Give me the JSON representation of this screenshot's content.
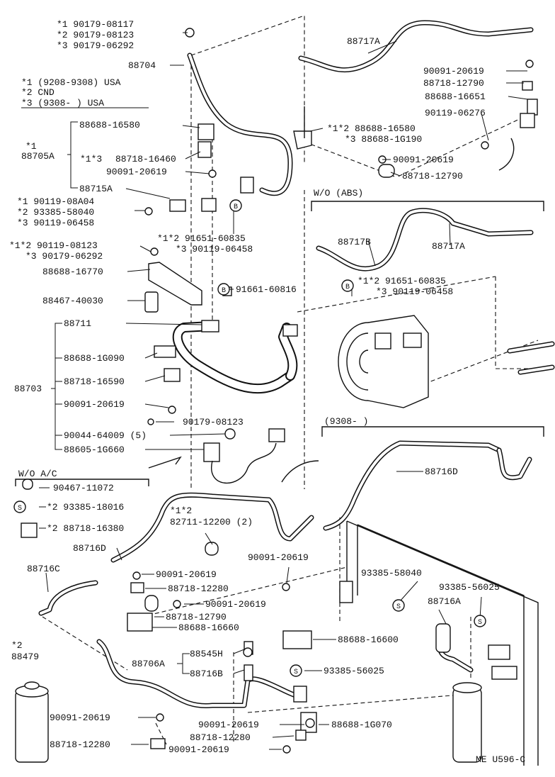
{
  "legend": {
    "l1": "*1  (9208-9308) USA",
    "l2": "*2  CND",
    "l3": "*3  (9308-        ) USA"
  },
  "callouts": [
    {
      "id": "c01",
      "text": "*1  90179-08117"
    },
    {
      "id": "c02",
      "text": "*2  90179-08123"
    },
    {
      "id": "c03",
      "text": "*3  90179-06292"
    },
    {
      "id": "c04",
      "text": "88704"
    },
    {
      "id": "c05",
      "text": "88717A"
    },
    {
      "id": "c06",
      "text": "90091-20619"
    },
    {
      "id": "c07",
      "text": "88718-12790"
    },
    {
      "id": "c08",
      "text": "88688-16651"
    },
    {
      "id": "c09",
      "text": "90119-06276"
    },
    {
      "id": "c10",
      "text": "*1"
    },
    {
      "id": "c11",
      "text": "88705A"
    },
    {
      "id": "c12",
      "text": "88688-16580"
    },
    {
      "id": "c13",
      "text": "*1*3"
    },
    {
      "id": "c14",
      "text": "88718-16460"
    },
    {
      "id": "c15",
      "text": "90091-20619"
    },
    {
      "id": "c16",
      "text": "88715A"
    },
    {
      "id": "c17",
      "text": "*1*2  88688-16580"
    },
    {
      "id": "c18",
      "text": "*3  88688-1G190"
    },
    {
      "id": "c19",
      "text": "90091-20619"
    },
    {
      "id": "c20",
      "text": "88718-12790"
    },
    {
      "id": "c21",
      "text": "W/O (ABS)"
    },
    {
      "id": "c22",
      "text": "*1  90119-08A04"
    },
    {
      "id": "c23",
      "text": "*2  93385-58040"
    },
    {
      "id": "c24",
      "text": "*3  90119-06458"
    },
    {
      "id": "c25",
      "text": "*1*2  91651-60835"
    },
    {
      "id": "c26",
      "text": "*3  90119-06458"
    },
    {
      "id": "c27",
      "text": "88717B"
    },
    {
      "id": "c28",
      "text": "88717A"
    },
    {
      "id": "c29",
      "text": "*1*2  90119-08123"
    },
    {
      "id": "c30",
      "text": "*3  90179-06292"
    },
    {
      "id": "c31",
      "text": "88688-16770"
    },
    {
      "id": "c32",
      "text": "88467-40030"
    },
    {
      "id": "c33",
      "text": "91661-60816"
    },
    {
      "id": "c34",
      "text": "*1*2  91651-60835"
    },
    {
      "id": "c35",
      "text": "*3  90119-06458"
    },
    {
      "id": "c36",
      "text": "88711"
    },
    {
      "id": "c37",
      "text": "88688-1G090"
    },
    {
      "id": "c38",
      "text": "88703"
    },
    {
      "id": "c39",
      "text": "88718-16590"
    },
    {
      "id": "c40",
      "text": "90091-20619"
    },
    {
      "id": "c41",
      "text": "90179-08123"
    },
    {
      "id": "c42",
      "text": "(9308-        )"
    },
    {
      "id": "c43",
      "text": "90044-64009 (5)"
    },
    {
      "id": "c44",
      "text": "88605-1G660"
    },
    {
      "id": "c45",
      "text": "W/O  A/C"
    },
    {
      "id": "c46",
      "text": "88716D"
    },
    {
      "id": "c47",
      "text": "90467-11072"
    },
    {
      "id": "c48",
      "text": "*2  93385-18016"
    },
    {
      "id": "c49",
      "text": "*1*2"
    },
    {
      "id": "c50",
      "text": "82711-12200 (2)"
    },
    {
      "id": "c51",
      "text": "*2  88718-16380"
    },
    {
      "id": "c52",
      "text": "88716D"
    },
    {
      "id": "c53",
      "text": "90091-20619"
    },
    {
      "id": "c54",
      "text": "88716C"
    },
    {
      "id": "c55",
      "text": "90091-20619"
    },
    {
      "id": "c56",
      "text": "93385-58040"
    },
    {
      "id": "c57",
      "text": "88718-12280"
    },
    {
      "id": "c58",
      "text": "93385-56025"
    },
    {
      "id": "c59",
      "text": "90091-20619"
    },
    {
      "id": "c60",
      "text": "88716A"
    },
    {
      "id": "c61",
      "text": "88718-12790"
    },
    {
      "id": "c62",
      "text": "88688-16660"
    },
    {
      "id": "c63",
      "text": "88688-16600"
    },
    {
      "id": "c64",
      "text": "*2"
    },
    {
      "id": "c65",
      "text": "88479"
    },
    {
      "id": "c66",
      "text": "88545H"
    },
    {
      "id": "c67",
      "text": "88706A"
    },
    {
      "id": "c68",
      "text": "88716B"
    },
    {
      "id": "c69",
      "text": "93385-56025"
    },
    {
      "id": "c70",
      "text": "90091-20619"
    },
    {
      "id": "c71",
      "text": "90091-20619"
    },
    {
      "id": "c72",
      "text": "88688-1G070"
    },
    {
      "id": "c73",
      "text": "88718-12280"
    },
    {
      "id": "c74",
      "text": "88718-12280"
    },
    {
      "id": "c75",
      "text": "90091-20619"
    },
    {
      "id": "c76",
      "text": "ME U596-C"
    }
  ],
  "markers": {
    "b": "B",
    "s": "S"
  }
}
